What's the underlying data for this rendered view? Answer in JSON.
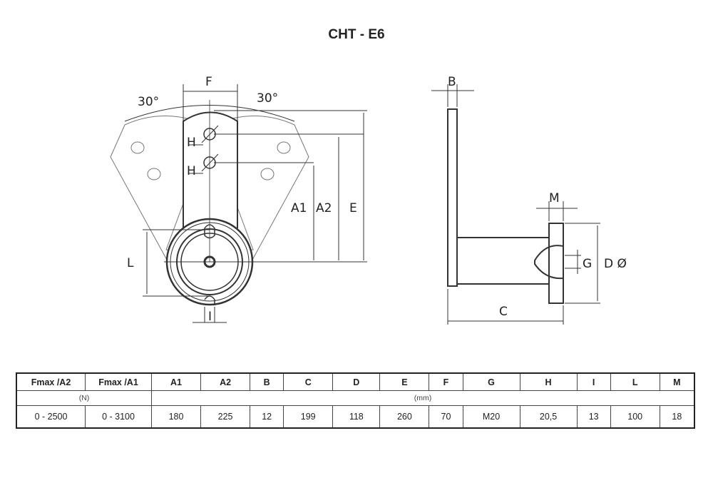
{
  "title": "CHT - E6",
  "drawing": {
    "labels": {
      "F": "F",
      "angle_left": "30°",
      "angle_right": "30°",
      "H1": "H",
      "H2": "H",
      "A1": "A1",
      "A2": "A2",
      "E": "E",
      "L": "L",
      "I": "I",
      "B": "B",
      "M": "M",
      "G": "G",
      "D": "D Ø",
      "C": "C"
    }
  },
  "table": {
    "headers": [
      "Fmax /A2",
      "Fmax /A1",
      "A1",
      "A2",
      "B",
      "C",
      "D",
      "E",
      "F",
      "G",
      "H",
      "I",
      "L",
      "M"
    ],
    "units": {
      "force": "(N)",
      "length": "(mm)"
    },
    "values": [
      "0 - 2500",
      "0 - 3100",
      "180",
      "225",
      "12",
      "199",
      "118",
      "260",
      "70",
      "M20",
      "20,5",
      "13",
      "100",
      "18"
    ]
  }
}
